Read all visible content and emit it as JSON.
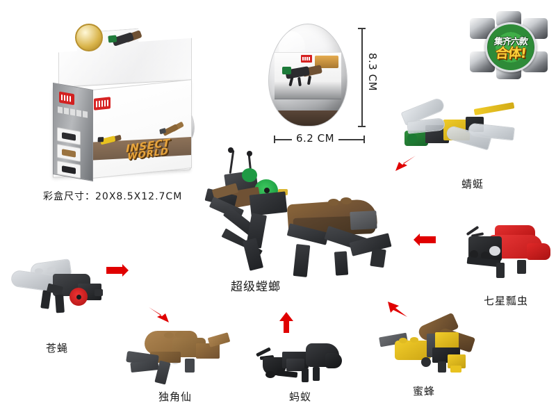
{
  "page": {
    "background": "#ffffff",
    "product_line": "INSECT WORLD"
  },
  "display_box": {
    "name": "display-box",
    "logo_line1": "INSECT",
    "logo_line2": "WORLD",
    "dimension_caption": "彩盒尺寸：20X8.5X12.7CM",
    "egg_count": 6
  },
  "egg_capsule": {
    "name": "egg-capsule",
    "width_label": "6.2 CM",
    "height_label": "8.3 CM"
  },
  "combine_emblem": {
    "name": "combine-emblem",
    "top_text": "集齐六款",
    "bottom_text": "合体!",
    "circle_color": "#3fae47",
    "top_text_color": "#ffffff",
    "bottom_text_color": "#ffd43a"
  },
  "center_model": {
    "name": "super-mantis",
    "label": "超级螳螂",
    "colors": {
      "body": "#2f3033",
      "wing": "#6f5134",
      "eye": "#1fa34a"
    }
  },
  "arrows": {
    "color": "#e00000",
    "count": 6
  },
  "insects": [
    {
      "id": "dragonfly",
      "label": "蜻蜓",
      "colors": {
        "body": "#e8c21f",
        "head": "#1f7a3a",
        "wing": "#d7dadd"
      }
    },
    {
      "id": "ladybug",
      "label": "七星瓢虫",
      "colors": {
        "body": "#d81f1f",
        "head": "#1e1e20",
        "leg": "#2a2a2c"
      }
    },
    {
      "id": "bee",
      "label": "蜜蜂",
      "colors": {
        "body": "#e8c21f",
        "head": "#1e1e20",
        "wing": "#7a5a3c"
      }
    },
    {
      "id": "ant",
      "label": "蚂蚁",
      "colors": {
        "body": "#232326",
        "head": "#1a1a1c",
        "leg": "#141416"
      }
    },
    {
      "id": "rhino-beetle",
      "label": "独角仙",
      "colors": {
        "body": "#9a7340",
        "horn": "#8a6537",
        "leg": "#45484c"
      }
    },
    {
      "id": "fly",
      "label": "苍蝇",
      "colors": {
        "body": "#2b2b2e",
        "eye": "#d81f1f",
        "wing": "#c9ccd0"
      }
    }
  ]
}
